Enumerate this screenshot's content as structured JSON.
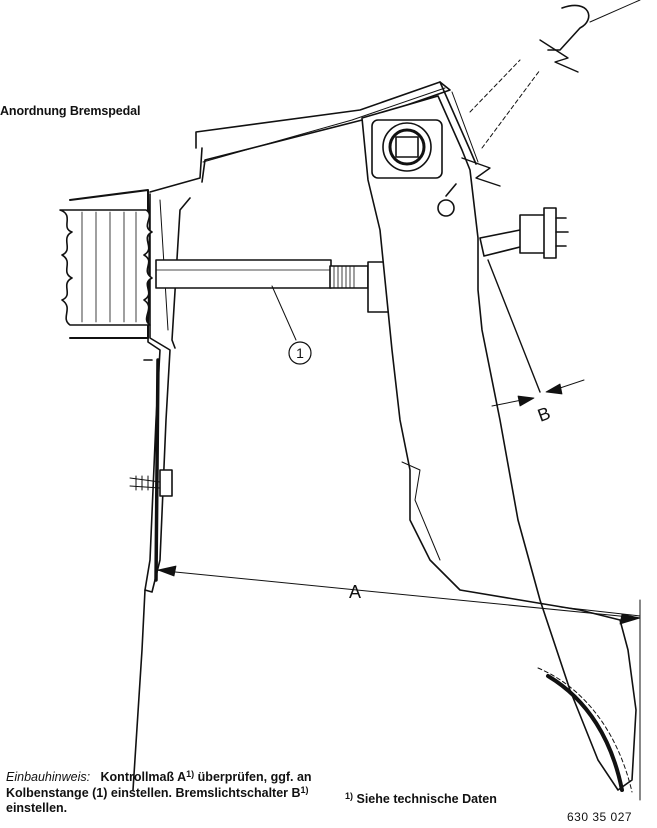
{
  "title": "Anordnung Bremspedal",
  "labels": {
    "callout_1": "1",
    "dimension_a": "A",
    "dimension_b": "B"
  },
  "note": {
    "prefix": "Einbauhinweis:",
    "part1": "Kontrollmaß A",
    "sup1": "1)",
    "part2": "überprüfen, ggf. an Kolbenstange (1) einstellen. Bremslicht­schalter B",
    "sup2": "1)",
    "part3": "einstellen."
  },
  "footnote": {
    "mark": "1)",
    "text": "Siehe technische Daten"
  },
  "figure_code": "630 35 027"
}
